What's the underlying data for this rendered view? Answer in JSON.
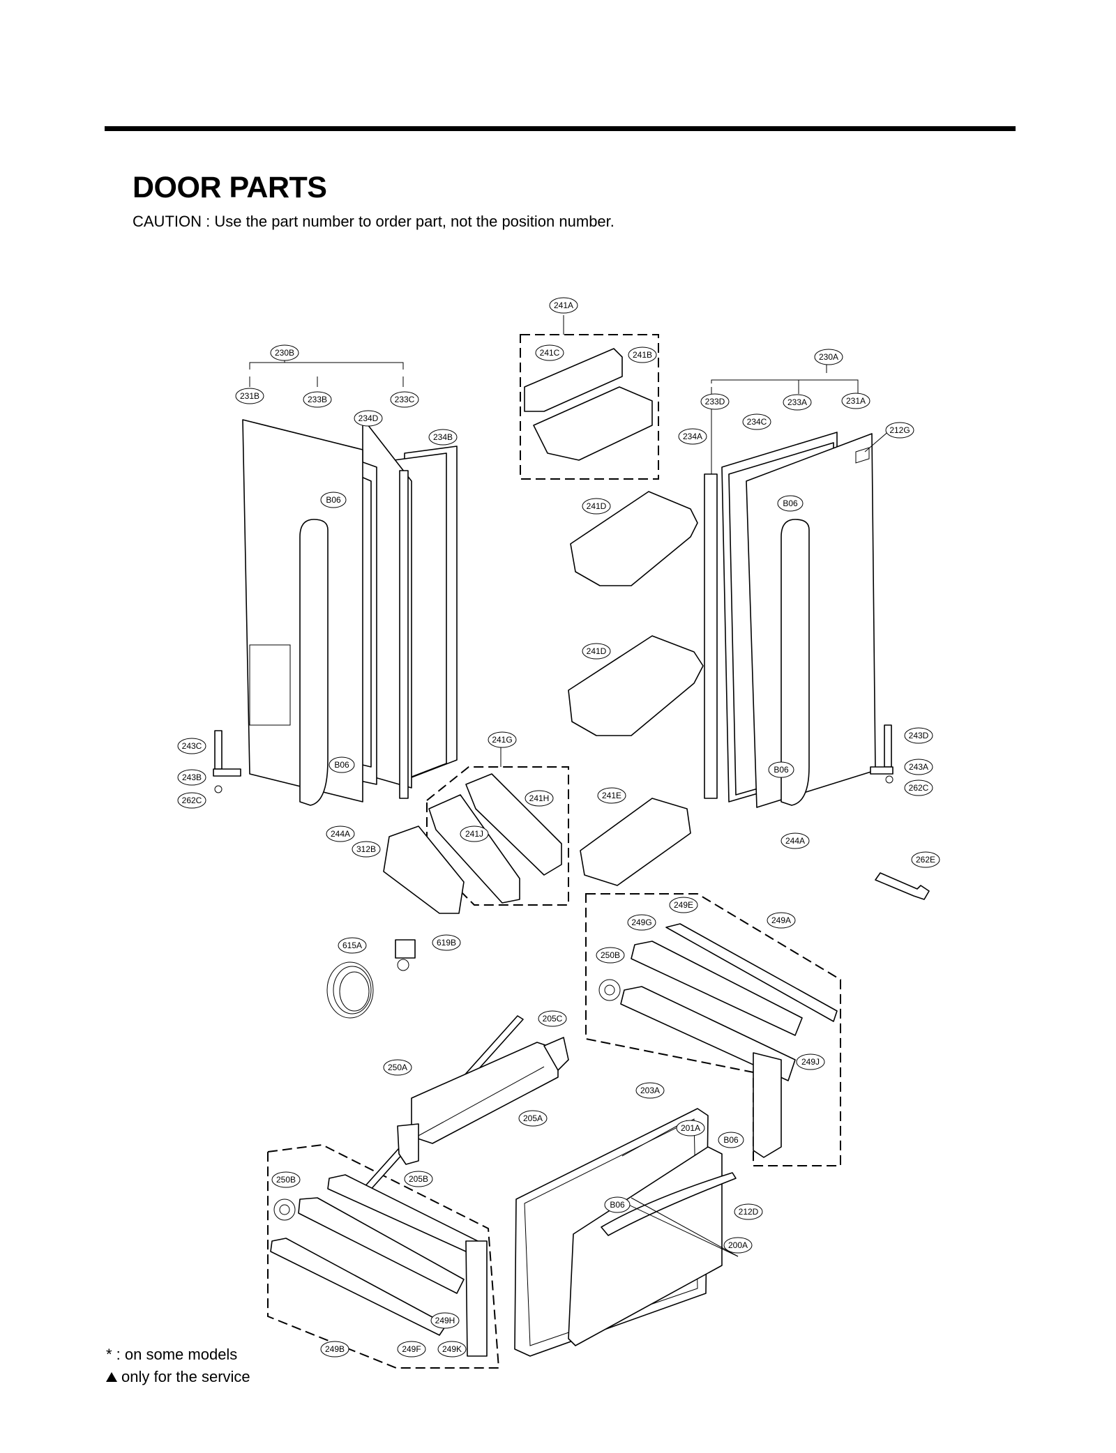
{
  "header": {
    "title": "DOOR PARTS",
    "caution": "CAUTION : Use the part number to order part, not the position number."
  },
  "callouts": [
    "241A",
    "241C",
    "241B",
    "230B",
    "231B",
    "233B",
    "233C",
    "234D",
    "234B",
    "230A",
    "233D",
    "233A",
    "231A",
    "234C",
    "234A",
    "212G",
    "B06",
    "241D",
    "243C",
    "243B",
    "262C",
    "243D",
    "243A",
    "244A",
    "312B",
    "241G",
    "241H",
    "241J",
    "241E",
    "262E",
    "249E",
    "249A",
    "249G",
    "250B",
    "615A",
    "619B",
    "205C",
    "250A",
    "205A",
    "203A",
    "201A",
    "212D",
    "200A",
    "249J",
    "249B",
    "249F",
    "249K",
    "249H",
    "205B"
  ],
  "footnotes": {
    "models": "* : on some models",
    "service": "only for the service"
  },
  "colors": {
    "ink": "#000000",
    "paper": "#ffffff"
  }
}
